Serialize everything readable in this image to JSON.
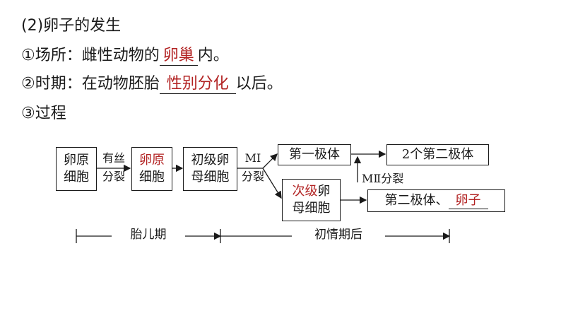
{
  "heading": "(2)卵子的发生",
  "place": {
    "prefix": "①场所：雌性动物的",
    "answer": "卵巢",
    "suffix": "内。"
  },
  "period": {
    "prefix": "②时期：在动物胚胎",
    "answer": "性别分化",
    "suffix": "以后。"
  },
  "process_title": "③过程",
  "diagram": {
    "oogonium_box": [
      "卵原",
      "细胞"
    ],
    "arrow1_label": [
      "有丝",
      "分裂"
    ],
    "oogonium_answer": [
      "卵原",
      "细胞"
    ],
    "primary_oocyte": [
      "初级卵",
      "母细胞"
    ],
    "arrow3_label": [
      "MⅠ",
      "分裂"
    ],
    "first_polar_body": "第一极体",
    "two_second_polar": "2个第二极体",
    "secondary_oocyte_answer": "次级",
    "secondary_oocyte_rest": [
      "卵",
      "母细胞"
    ],
    "mii_label": "MⅡ分裂",
    "result_prefix": "第二极体、",
    "result_answer": "卵子",
    "period_fetal": "胎儿期",
    "period_after": "初情期后"
  },
  "colors": {
    "answer": "#b22222",
    "text": "#1a1a1a"
  }
}
